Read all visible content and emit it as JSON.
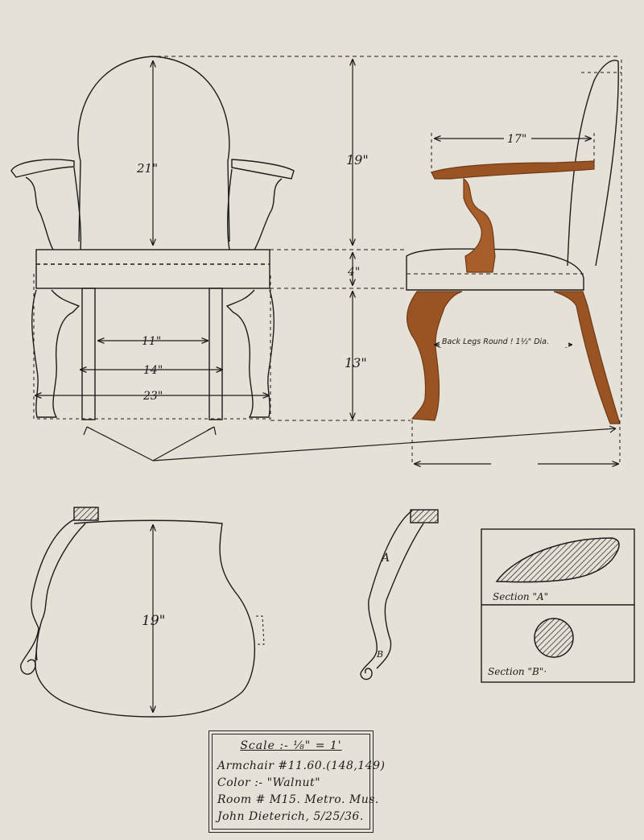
{
  "front_view": {
    "back_height": "21\"",
    "inner_legs_width": "11\"",
    "legs_width": "14\"",
    "overall_width": "23\""
  },
  "height_dims": {
    "back_height": "19\"",
    "seat_thickness": "4\"",
    "leg_height": "13\""
  },
  "side_view": {
    "arm_depth": "17\"",
    "back_legs_note": "Back Legs Round ! 1½\" Dia."
  },
  "seat_plan": {
    "depth": "19\""
  },
  "arm_detail": {
    "label_a": "A",
    "label_b": "B"
  },
  "sections": {
    "section_a": "Section \"A\"",
    "section_b": "Section \"B\"·"
  },
  "label": {
    "scale": "Scale :- ⅛\" = 1'",
    "line1": "Armchair #11.60.(148,149)",
    "line2": "Color :- \"Walnut\"",
    "line3": "Room # M15. Metro. Mus.",
    "line4": "John Dieterich, 5/25/36."
  },
  "colors": {
    "paper": "#e6e1d6",
    "ink": "#1c1c1c",
    "walnut": "#9a5424",
    "walnut_dark": "#6e3a16"
  }
}
